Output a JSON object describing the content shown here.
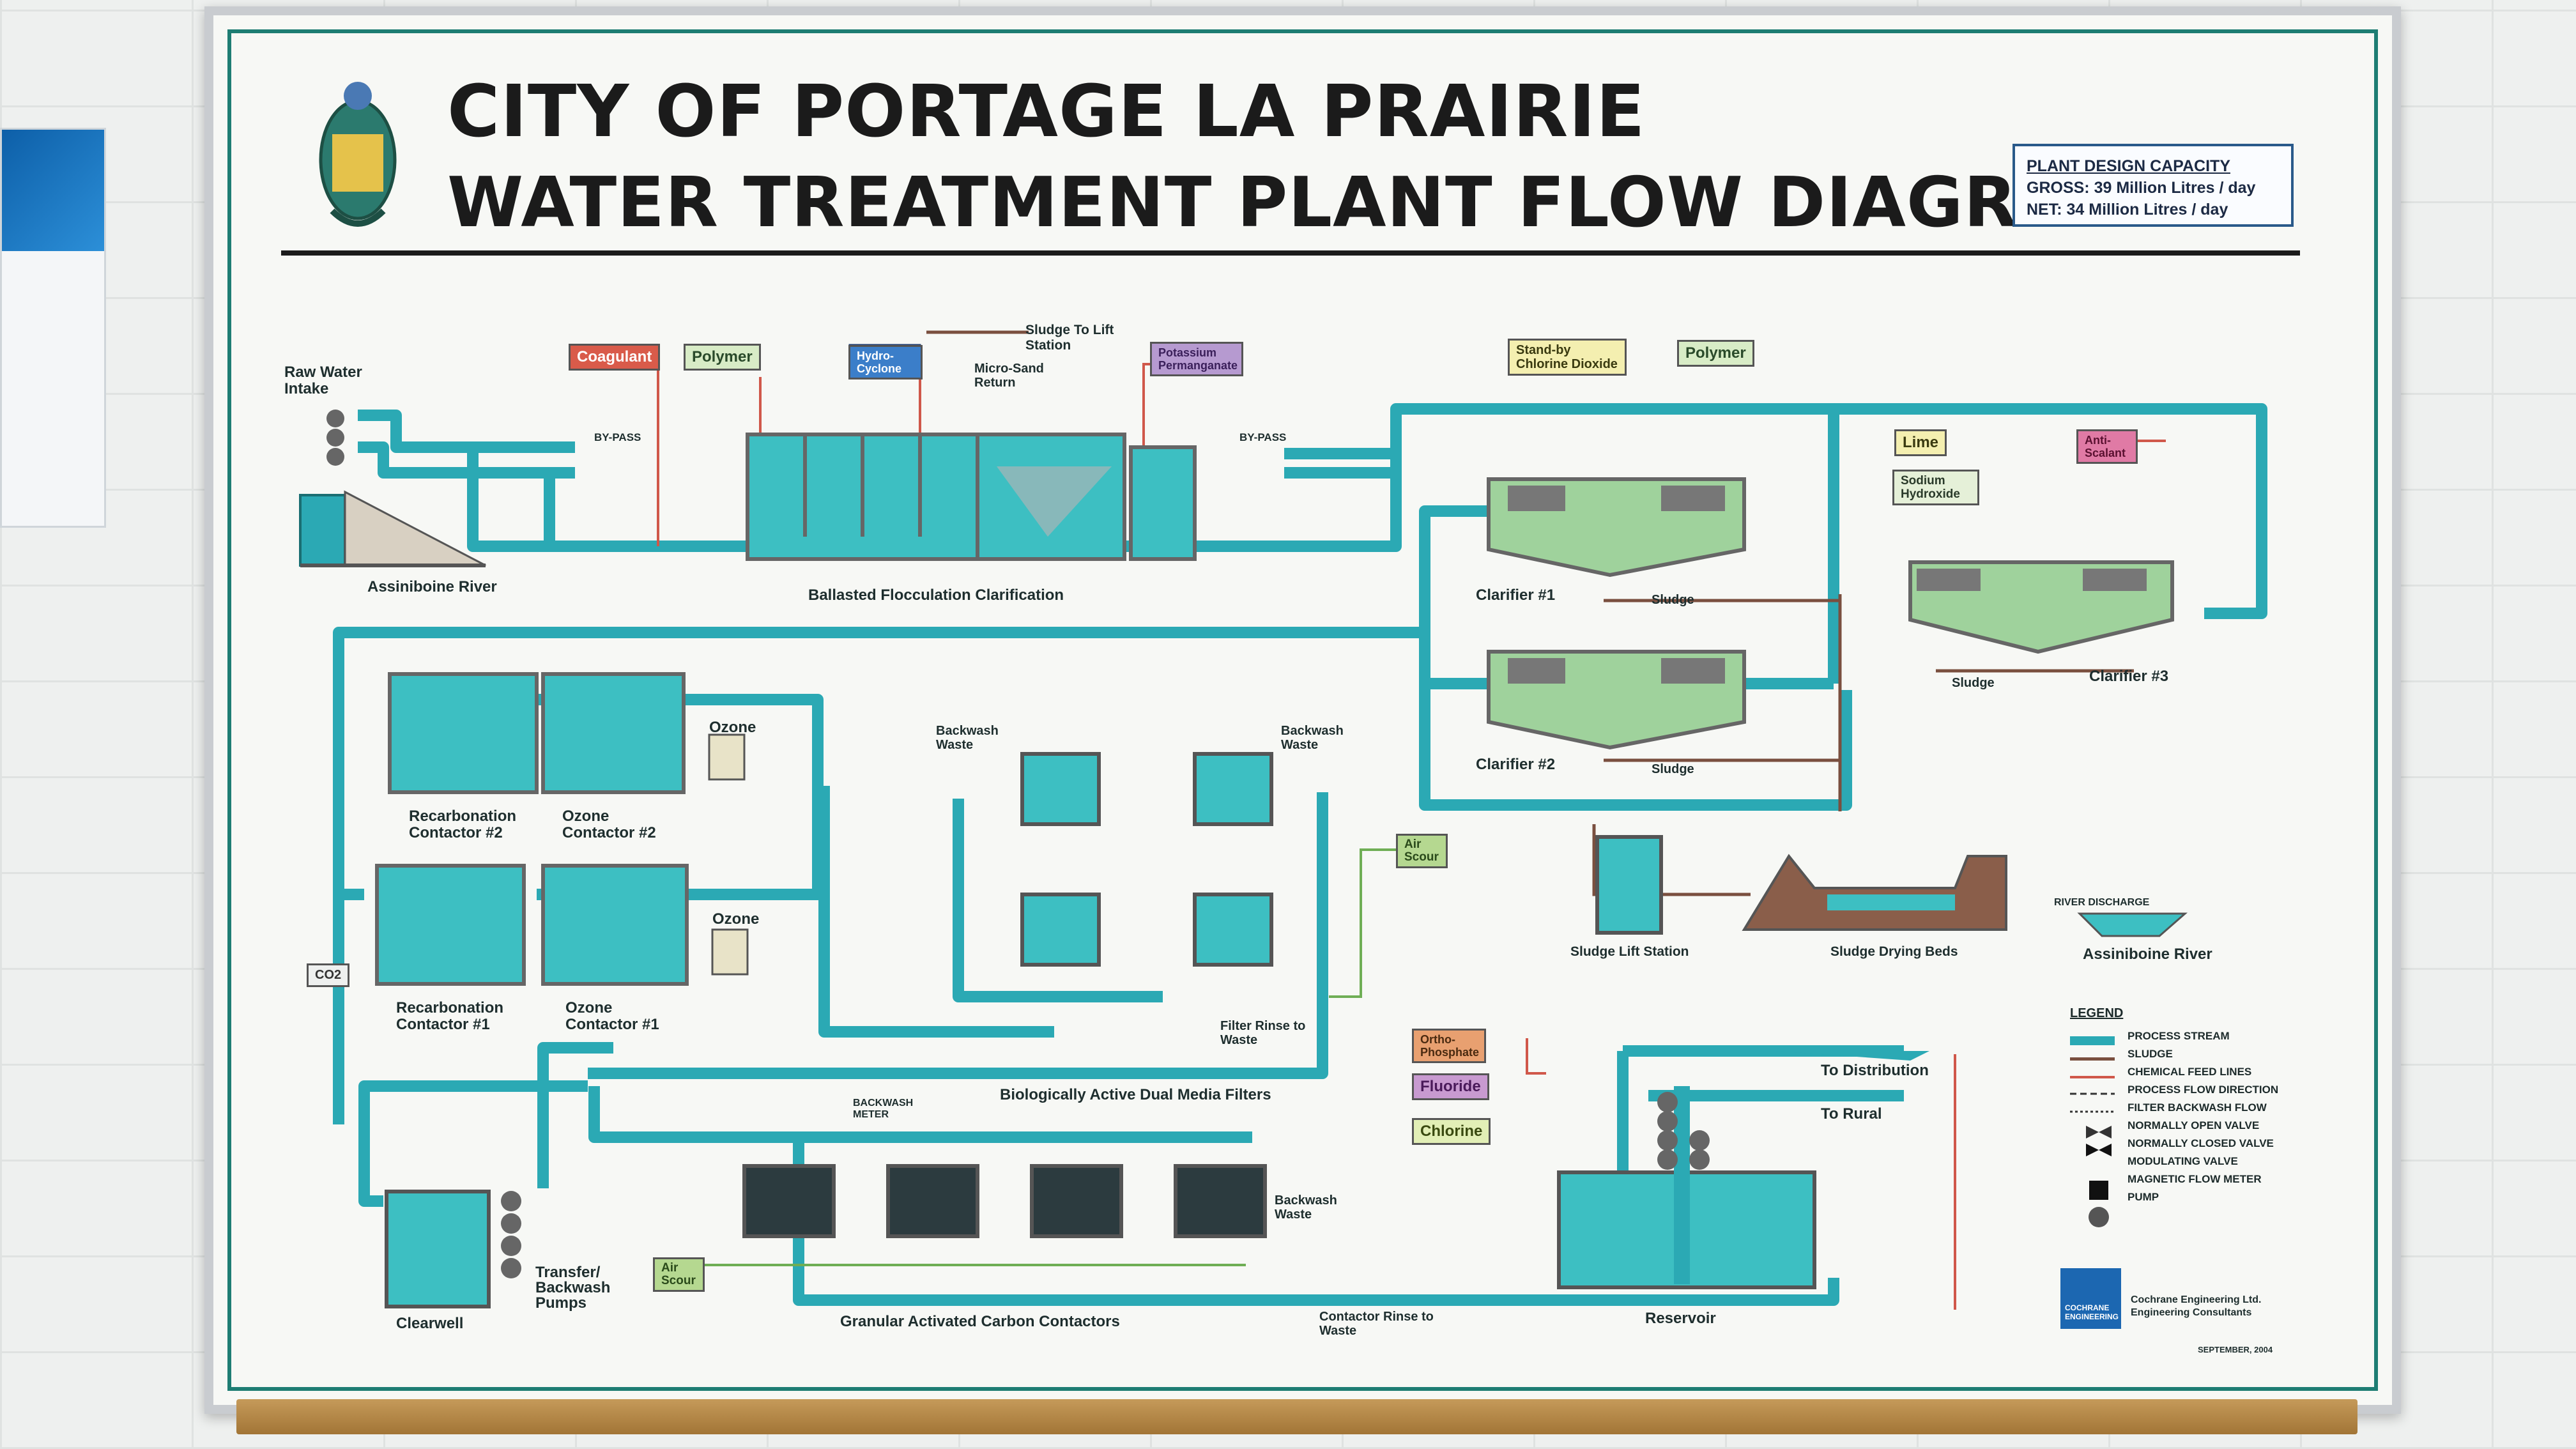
{
  "title_line1": "CITY OF PORTAGE LA PRAIRIE",
  "title_line2": "WATER TREATMENT PLANT FLOW DIAGRAM",
  "capacity": {
    "heading": "PLANT DESIGN CAPACITY",
    "gross": "GROSS: 39 Million Litres / day",
    "net": "NET: 34 Million Litres / day"
  },
  "chemicals": {
    "coagulant": "Coagulant",
    "polymer": "Polymer",
    "hydrocyclone": "Hydro-Cyclone",
    "potassium": "Potassium Permanganate",
    "standby": "Stand-by Chlorine Dioxide",
    "polymer2": "Polymer",
    "lime": "Lime",
    "antiscalant": "Anti-Scalant",
    "sodium": "Sodium Hydroxide",
    "air_scour1": "Air Scour",
    "air_scour2": "Air Scour",
    "ortho": "Ortho-Phosphate",
    "fluoride": "Fluoride",
    "chlorine": "Chlorine",
    "co2": "CO2"
  },
  "labels": {
    "raw_water": "Raw Water Intake",
    "assiniboine": "Assiniboine River",
    "bypass1": "BY-PASS",
    "bypass2": "BY-PASS",
    "sludge_lift": "Sludge To Lift Station",
    "micro_sand": "Micro-Sand Return",
    "ballasted": "Ballasted Flocculation Clarification",
    "clarifier1": "Clarifier #1",
    "clarifier2": "Clarifier #2",
    "clarifier3": "Clarifier #3",
    "sludge1": "Sludge",
    "sludge2": "Sludge",
    "sludge3": "Sludge",
    "recarb2": "Recarbonation Contactor #2",
    "ozone_c2": "Ozone Contactor #2",
    "recarb1": "Recarbonation Contactor #1",
    "ozone_c1": "Ozone Contactor #1",
    "ozone1": "Ozone",
    "ozone2": "Ozone",
    "backwash_waste1": "Backwash Waste",
    "backwash_waste2": "Backwash Waste",
    "backwash_waste3": "Backwash Waste",
    "filter_rinse": "Filter Rinse to Waste",
    "bio_filters": "Biologically Active Dual Media Filters",
    "backwash_meter": "BACKWASH METER",
    "sludge_lift_station": "Sludge Lift Station",
    "sludge_drying": "Sludge Drying Beds",
    "river_discharge": "RIVER DISCHARGE",
    "assiniboine2": "Assiniboine River",
    "clearwell": "Clearwell",
    "transfer_pumps": "Transfer/ Backwash Pumps",
    "gac": "Granular Activated Carbon Contactors",
    "contactor_rinse": "Contactor Rinse to Waste",
    "reservoir": "Reservoir",
    "to_distribution": "To Distribution",
    "to_rural": "To Rural"
  },
  "legend": {
    "heading": "LEGEND",
    "items": [
      {
        "text": "PROCESS STREAM"
      },
      {
        "text": "SLUDGE"
      },
      {
        "text": "CHEMICAL FEED LINES"
      },
      {
        "text": "PROCESS FLOW DIRECTION"
      },
      {
        "text": "FILTER BACKWASH FLOW"
      },
      {
        "text": "NORMALLY OPEN VALVE"
      },
      {
        "text": "NORMALLY CLOSED VALVE"
      },
      {
        "text": "MODULATING VALVE"
      },
      {
        "text": "MAGNETIC FLOW METER"
      },
      {
        "text": "PUMP"
      }
    ]
  },
  "footer": {
    "company": "Cochrane Engineering Ltd. Engineering Consultants",
    "logo_text": "COCHRANE ENGINEERING",
    "date": "SEPTEMBER, 2004"
  },
  "colors": {
    "pipe": "#2ba9b4",
    "pipe_dark": "#1a6e72",
    "water": "#3dbfc2",
    "sludge": "#7a4f3f",
    "chem": "#d0584a",
    "frame": "#1e7d73"
  }
}
